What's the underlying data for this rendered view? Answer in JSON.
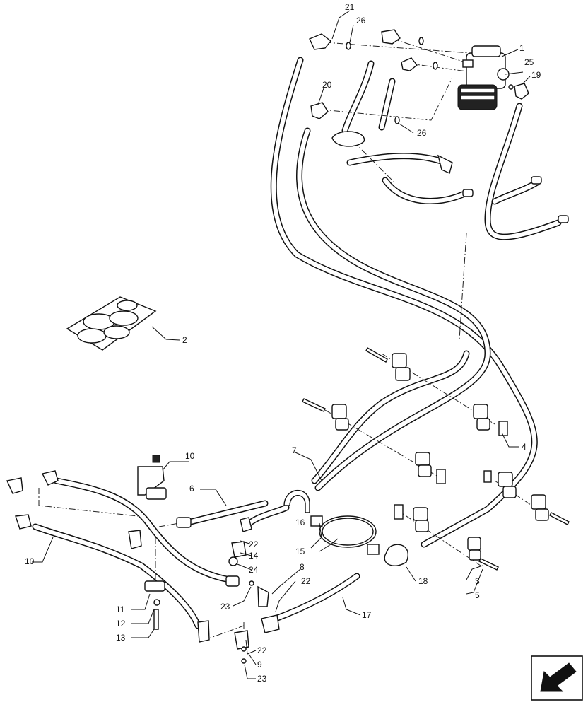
{
  "callouts": {
    "c1": "1",
    "c2": "2",
    "c3": "3",
    "c4": "4",
    "c5": "5",
    "c6": "6",
    "c7": "7",
    "c8": "8",
    "c9": "9",
    "c10a": "10",
    "c10b": "10",
    "c11": "11",
    "c12": "12",
    "c13": "13",
    "c14": "14",
    "c15": "15",
    "c16": "16",
    "c17": "17",
    "c18": "18",
    "c19": "19",
    "c20": "20",
    "c21": "21",
    "c22a": "22",
    "c22b": "22",
    "c22c": "22",
    "c23a": "23",
    "c23b": "23",
    "c24": "24",
    "c25": "25",
    "c26a": "26",
    "c26b": "26"
  },
  "icons": {
    "nav": "arrow-left-down-icon",
    "seal_kit": "seal-kit-icon"
  }
}
